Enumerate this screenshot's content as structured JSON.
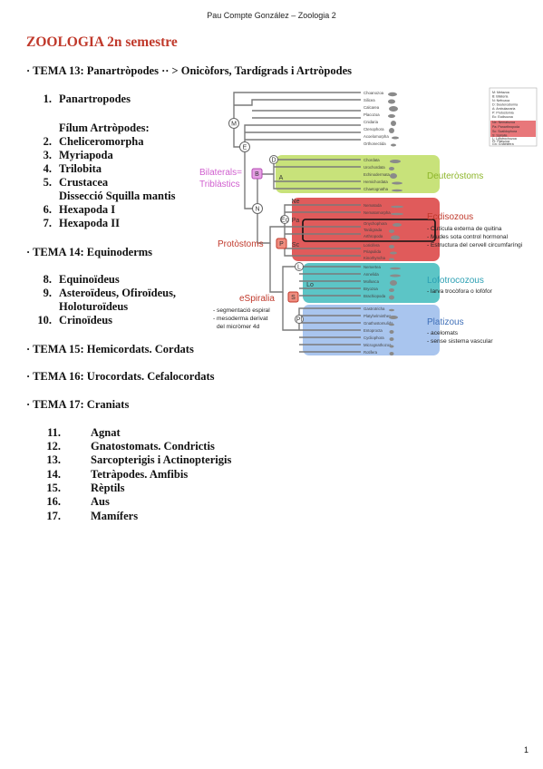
{
  "header": {
    "text": "Pau Compte González – Zoologia 2"
  },
  "title": "ZOOLOGIA 2n semestre",
  "temas": {
    "t13": "· TEMA 13: Panartròpodes ·· > Onicòfors, Tardígrads i Artròpodes",
    "t14": "· TEMA 14: Equinoderms",
    "t15": "· TEMA 15: Hemicordats. Cordats",
    "t16": "· TEMA 16: Urocordats. Cefalocordats",
    "t17": "· TEMA 17: Craniats"
  },
  "list13": {
    "i1": {
      "num": "1.",
      "label": "Panartropodes"
    },
    "filum": "Fílum Artròpodes:",
    "i2": {
      "num": "2.",
      "label": "Cheliceromorpha"
    },
    "i3": {
      "num": "3.",
      "label": "Myriapoda"
    },
    "i4": {
      "num": "4.",
      "label": "Trilobita"
    },
    "i5": {
      "num": "5.",
      "label": "Crustacea"
    },
    "dissec": "Dissecció Squilla mantis",
    "i6": {
      "num": "6.",
      "label": "Hexapoda I"
    },
    "i7": {
      "num": "7.",
      "label": "Hexapoda II"
    }
  },
  "list14": {
    "i8": {
      "num": "8.",
      "label": "Equinoïdeus"
    },
    "i9": {
      "num": "9.",
      "label": "Asteroïdeus, Ofiroïdeus,"
    },
    "i9b": "Holoturoïdeus",
    "i10": {
      "num": "10.",
      "label": "Crinoïdeus"
    }
  },
  "list17": {
    "i11": {
      "num": "11.",
      "label": "Agnat"
    },
    "i12": {
      "num": "12.",
      "label": "Gnatostomats. Condrictis"
    },
    "i13": {
      "num": "13.",
      "label": "Sarcopterigis i Actinopterigis"
    },
    "i14": {
      "num": "14.",
      "label": "Tetràpodes. Amfibis"
    },
    "i15": {
      "num": "15.",
      "label": "Rèptils"
    },
    "i16": {
      "num": "16.",
      "label": "Aus"
    },
    "i17": {
      "num": "17.",
      "label": "Mamífers"
    }
  },
  "figure": {
    "legend": [
      "M: Metazoa",
      "B: Bilateria",
      "N: Nefrozoa",
      "D: Deuterostomia",
      "A: Ambulacraria",
      "P: Protostomia",
      "Ec: Ecdisozoa",
      "Ne: Nematozoa",
      "Pa: Panarthropoda",
      "Sc: Scalidophora",
      "S: Spiralia",
      "L: Lofotrochozoa",
      "Pl: Platyzoa",
      "Gn: Gnathifera"
    ],
    "taxa": [
      "Choanozoa",
      "Silicea",
      "Calcarea",
      "Placozoa",
      "Cnidaria",
      "Ctenophora",
      "Acoelomorpha",
      "Orthonectida",
      "Chordata",
      "Urochordata",
      "Echinodermata",
      "Hemichordata",
      "Chaetognatha",
      "Nematoda",
      "Nematomorpha",
      "Onychophora",
      "Tardigrada",
      "Arthropoda",
      "Loricifera",
      "Priapulida",
      "Kinorhyncha",
      "Nemertea",
      "Annelida",
      "Mollusca",
      "Bryozoa",
      "Brachiopoda",
      "Gastrotricha",
      "Platyhelminthes",
      "Gnathostomulida",
      "Entoprocta",
      "Cycliophora",
      "Micrognathozoa",
      "Rotifera"
    ],
    "nodes": {
      "M": "M",
      "E": "E",
      "B": "B",
      "N": "N",
      "D": "D",
      "A": "A",
      "P": "P",
      "Ne": "Ne",
      "Ec": "Ec",
      "Pa": "Pa",
      "Sc": "Sc",
      "S": "S",
      "L": "L",
      "Lo": "Lo",
      "Pl": "Pl"
    },
    "bilaterals": "Bilaterals=",
    "triblastics": "Triblàstics",
    "protostoms": "Protòstoms",
    "espiralia": "eSpiralia",
    "espiralia_notes": [
      "- segmentació espiral",
      "- mesoderma derivat",
      "del micròmer 4d"
    ],
    "deuterostoms": "Deuteròstoms",
    "ecdisozous": "Ecdisozous",
    "ecdisozous_notes": [
      "- Cutícula externa de quitina",
      "- Mudes sota control hormonal",
      "- Estructura del cervell circumfaríngi"
    ],
    "lofotrocozous": "Lofotrocozous",
    "lofotrocozous_notes": [
      "- larva trocòfora o lofòfor"
    ],
    "platizous": "Platizous",
    "platizous_notes": [
      "- acelomats",
      "- sense sistema vascular"
    ],
    "colors": {
      "deutero": "#c8e27a",
      "ecdiso": "#e05b5b",
      "lofo": "#5cc5c6",
      "plati": "#a9c5ee",
      "bilateral_label": "#d05fcf",
      "protostom_label": "#c0392b",
      "espiralia_label": "#c0392b",
      "deutero_label": "#8db52a",
      "lofo_label": "#2b9fb3",
      "plati_label": "#3f6fb8"
    }
  },
  "page_number": "1"
}
